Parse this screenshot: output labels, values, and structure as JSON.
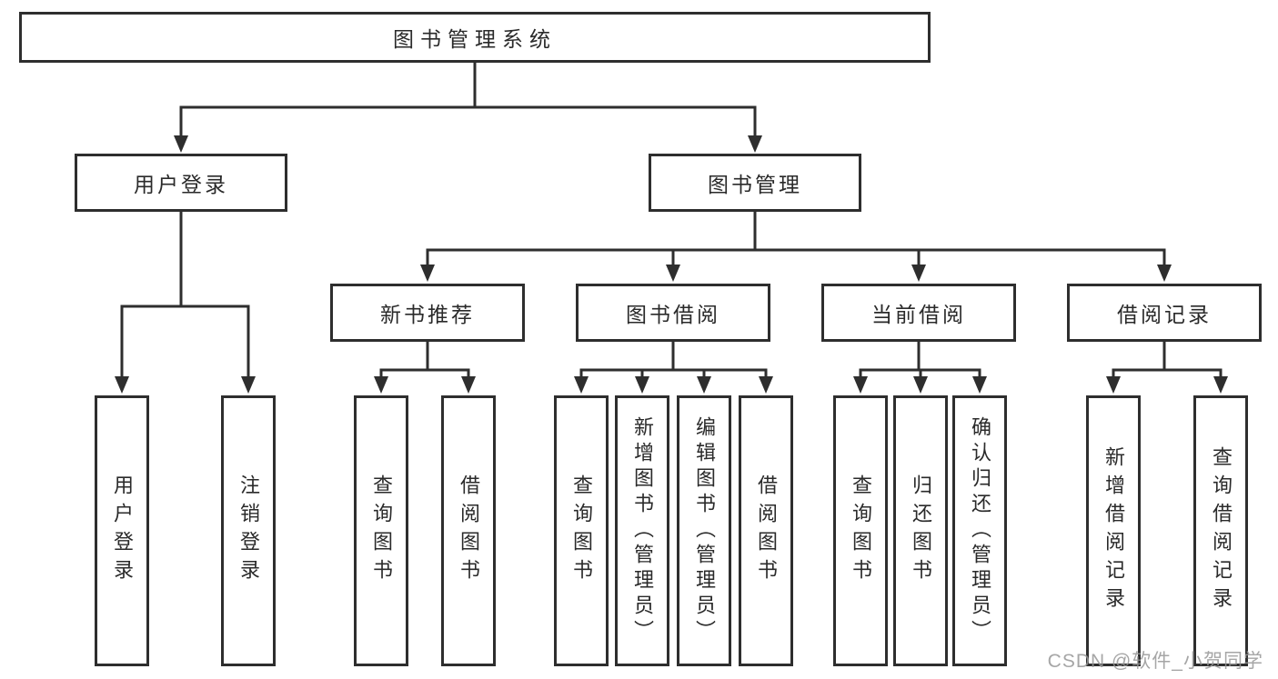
{
  "diagram_type": "hierarchy",
  "colors": {
    "line": "#2e2e2e",
    "box_border": "#2e2e2e",
    "box_fill": "#ffffff",
    "text": "#2a2a2a",
    "watermark": "#969696",
    "background": "#ffffff"
  },
  "tree": {
    "label": "图书管理系统",
    "children": [
      {
        "label": "用户登录",
        "children": [
          {
            "label": "用户登录"
          },
          {
            "label": "注销登录"
          }
        ]
      },
      {
        "label": "图书管理",
        "children": [
          {
            "label": "新书推荐",
            "children": [
              {
                "label": "查询图书"
              },
              {
                "label": "借阅图书"
              }
            ]
          },
          {
            "label": "图书借阅",
            "children": [
              {
                "label": "查询图书"
              },
              {
                "label": "新增图书（管理员）"
              },
              {
                "label": "编辑图书（管理员）"
              },
              {
                "label": "借阅图书"
              }
            ]
          },
          {
            "label": "当前借阅",
            "children": [
              {
                "label": "查询图书"
              },
              {
                "label": "归还图书"
              },
              {
                "label": "确认归还（管理员）"
              }
            ]
          },
          {
            "label": "借阅记录",
            "children": [
              {
                "label": "新增借阅记录"
              },
              {
                "label": "查询借阅记录"
              }
            ]
          }
        ]
      }
    ]
  },
  "watermark": {
    "text": "CSDN @软件_小贺同学"
  }
}
